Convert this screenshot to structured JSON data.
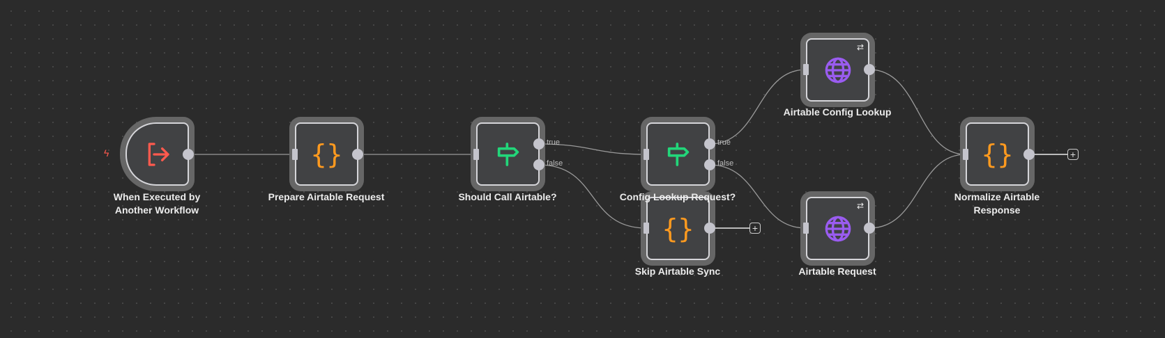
{
  "colors": {
    "trigger": "#ff5a4e",
    "code": "#ff9a1f",
    "if": "#22d67a",
    "http": "#9a5cf0"
  },
  "nodes": {
    "trigger": {
      "label_line1": "When Executed by",
      "label_line2": "Another Workflow",
      "icon": "sign-out-icon"
    },
    "prepare": {
      "label": "Prepare Airtable Request",
      "icon": "braces-icon"
    },
    "should": {
      "label": "Should Call Airtable?",
      "icon": "signpost-icon",
      "out_true": "true",
      "out_false": "false"
    },
    "config": {
      "label": "Config Lookup Request?",
      "icon": "signpost-icon",
      "out_true": "true",
      "out_false": "false"
    },
    "skip": {
      "label": "Skip Airtable Sync",
      "icon": "braces-icon"
    },
    "acl": {
      "label": "Airtable Config Lookup",
      "icon": "globe-icon",
      "badge": "⇄"
    },
    "ar": {
      "label": "Airtable Request",
      "icon": "globe-icon",
      "badge": "⇄"
    },
    "normalize": {
      "label_line1": "Normalize Airtable",
      "label_line2": "Response",
      "icon": "braces-icon"
    }
  },
  "plus": "+",
  "braces": "{}"
}
